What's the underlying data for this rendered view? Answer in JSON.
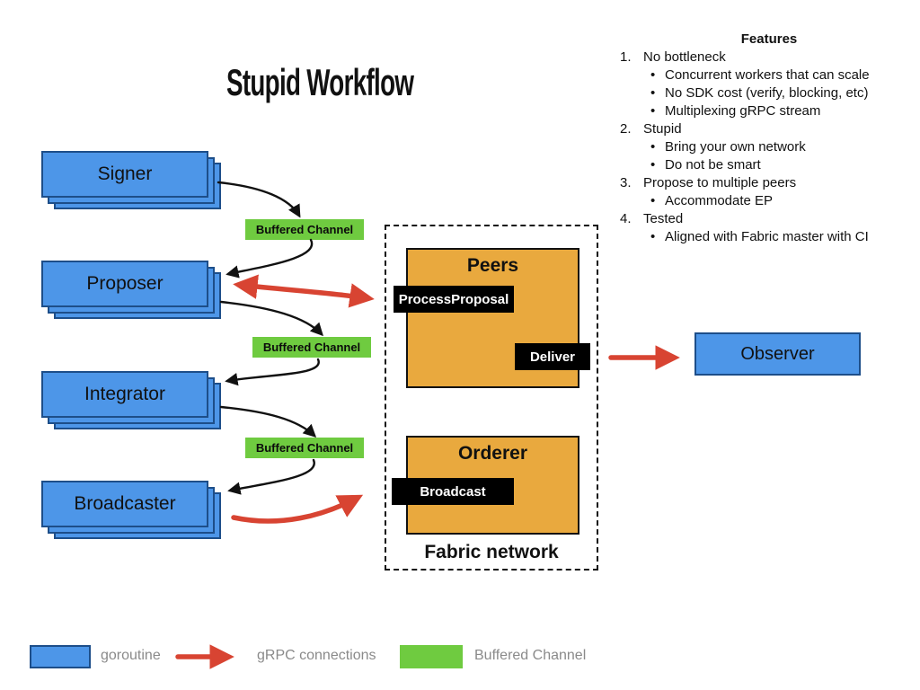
{
  "title": "Stupid Workflow",
  "features": {
    "heading": "Features",
    "items": [
      {
        "marker": "1.",
        "text": "No bottleneck"
      },
      {
        "marker": "•",
        "text": "Concurrent workers that can scale"
      },
      {
        "marker": "•",
        "text": "No SDK cost (verify, blocking, etc)"
      },
      {
        "marker": "•",
        "text": "Multiplexing gRPC stream"
      },
      {
        "marker": "2.",
        "text": "Stupid"
      },
      {
        "marker": "•",
        "text": "Bring your own network"
      },
      {
        "marker": "•",
        "text": "Do not be smart"
      },
      {
        "marker": "3.",
        "text": "Propose to multiple peers"
      },
      {
        "marker": "•",
        "text": "Accommodate EP"
      },
      {
        "marker": "4.",
        "text": "Tested"
      },
      {
        "marker": "•",
        "text": "Aligned with Fabric master with CI"
      }
    ]
  },
  "nodes": {
    "signer": "Signer",
    "proposer": "Proposer",
    "integrator": "Integrator",
    "broadcaster": "Broadcaster",
    "observer": "Observer"
  },
  "buffered_channel_label": "Buffered Channel",
  "fabric": {
    "label": "Fabric network",
    "peers": "Peers",
    "orderer": "Orderer",
    "process_proposal": "ProcessProposal",
    "deliver": "Deliver",
    "broadcast": "Broadcast"
  },
  "legend": {
    "goroutine": "goroutine",
    "grpc": "gRPC connections",
    "buffered": "Buffered Channel"
  },
  "colors": {
    "blue": "#4D96E8",
    "blue_border": "#1D4E89",
    "green": "#6FCB40",
    "orange": "#E9A93E",
    "red": "#D84432",
    "black": "#111111",
    "gray_text": "#8A8A8A"
  }
}
